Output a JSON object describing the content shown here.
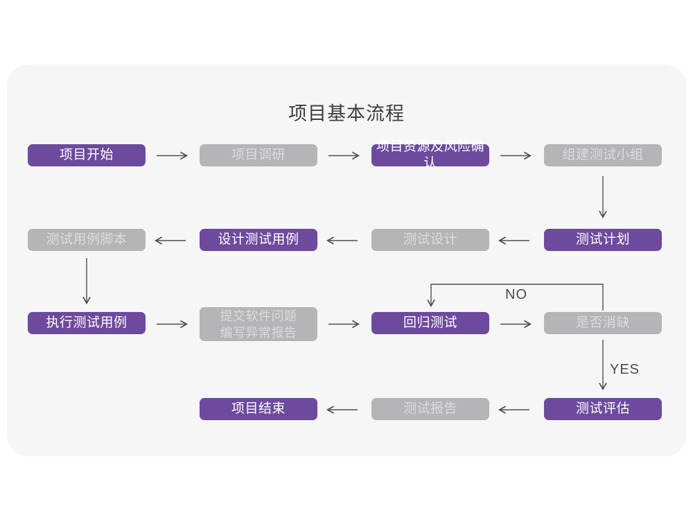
{
  "page": {
    "title": "项目基本流程"
  },
  "colors": {
    "purple": "#6d4a9e",
    "gray": "#b5b4b6",
    "arrow": "#4f4f4f",
    "card": "#f6f6f7",
    "page": "#ffffff",
    "title_text": "#3d3d3d",
    "purple_text": "#ffffff",
    "gray_text": "#dcdbdd",
    "branch_text": "#4a4a4a"
  },
  "nodes": [
    {
      "label": "项目开始",
      "style": "purple"
    },
    {
      "label": "项目调研",
      "style": "gray"
    },
    {
      "label": "项目资源及风险确认",
      "style": "purple"
    },
    {
      "label": "组建测试小组",
      "style": "gray"
    },
    {
      "label": "测试计划",
      "style": "purple"
    },
    {
      "label": "测试设计",
      "style": "gray"
    },
    {
      "label": "设计测试用例",
      "style": "purple"
    },
    {
      "label": "测试用例脚本",
      "style": "gray"
    },
    {
      "label": "执行测试用例",
      "style": "purple"
    },
    {
      "label": "提交软件问题\n编写异常报告",
      "style": "gray"
    },
    {
      "label": "回归测试",
      "style": "purple"
    },
    {
      "label": "是否消缺",
      "style": "gray"
    },
    {
      "label": "测试评估",
      "style": "purple"
    },
    {
      "label": "测试报告",
      "style": "gray"
    },
    {
      "label": "项目结束",
      "style": "purple"
    }
  ],
  "branch_labels": {
    "no": "NO",
    "yes": "YES"
  }
}
